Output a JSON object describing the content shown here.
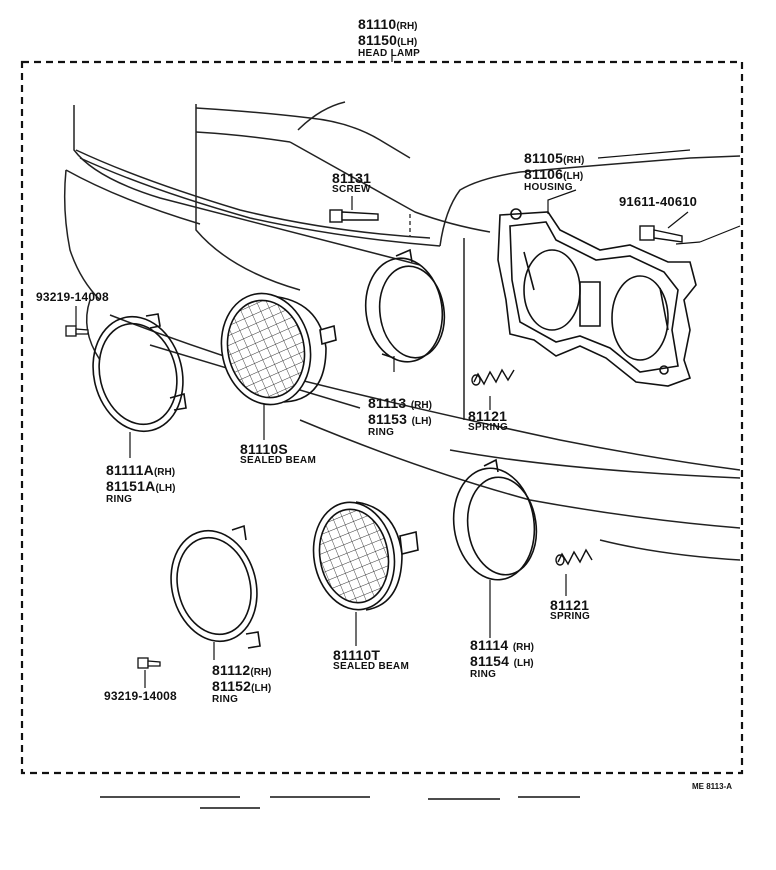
{
  "head_lamp": {
    "rh": "81110",
    "rh_suffix": "(RH)",
    "lh": "81150",
    "lh_suffix": "(LH)",
    "name": "HEAD LAMP"
  },
  "housing": {
    "rh": "81105",
    "rh_suffix": "(RH)",
    "lh": "81106",
    "lh_suffix": "(LH)",
    "name": "HOUSING"
  },
  "screw": {
    "part": "81131",
    "name": "SCREW"
  },
  "bolt": {
    "part": "91611-40610"
  },
  "screw_upper": {
    "part": "93219-14008"
  },
  "screw_lower": {
    "part": "93219-14008"
  },
  "ring_inner_upper": {
    "rh": "81113",
    "rh_suffix": "(RH)",
    "lh": "81153",
    "lh_suffix": "(LH)",
    "name": "RING"
  },
  "spring_upper": {
    "part": "81121",
    "name": "SPRING"
  },
  "sealed_beam_upper": {
    "part": "81110S",
    "name": "SEALED BEAM"
  },
  "ring_outer_upper": {
    "rh": "81111A",
    "rh_suffix": "(RH)",
    "lh": "81151A",
    "lh_suffix": "(LH)",
    "name": "RING"
  },
  "ring_outer_lower": {
    "rh": "81112",
    "rh_suffix": "(RH)",
    "lh": "81152",
    "lh_suffix": "(LH)",
    "name": "RING"
  },
  "sealed_beam_lower": {
    "part": "81110T",
    "name": "SEALED BEAM"
  },
  "ring_inner_lower": {
    "rh": "81114",
    "rh_suffix": "(RH)",
    "lh": "81154",
    "lh_suffix": "(LH)",
    "name": "RING"
  },
  "spring_lower": {
    "part": "81121",
    "name": "SPRING"
  },
  "figure_ref": "ME  8113-A"
}
